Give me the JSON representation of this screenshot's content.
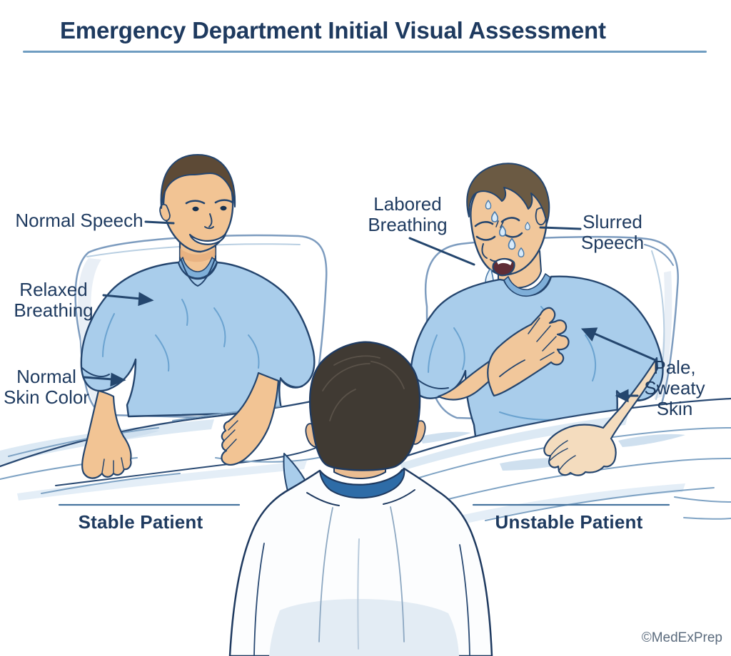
{
  "title": "Emergency Department Initial Visual Assessment",
  "watermark": "©MedExPrep",
  "stable": {
    "caption": "Stable Patient",
    "labels": {
      "normal_speech": "Normal Speech",
      "relaxed_breathing": "Relaxed\nBreathing",
      "normal_skin_color": "Normal\nSkin Color"
    }
  },
  "unstable": {
    "caption": "Unstable Patient",
    "labels": {
      "labored_breathing": "Labored\nBreathing",
      "slurred_speech": "Slurred\nSpeech",
      "pale_sweaty_skin": "Pale,\nSweaty\nSkin"
    }
  },
  "colors": {
    "label_text": "#1e3a5f",
    "title_underline": "#6f9dc1",
    "annotation_line": "#24466e",
    "shirt_blue": "#a9cdeb",
    "skin_tone": "#f2c494",
    "pale_skin": "#f4dcbe",
    "caption_line": "#46749e",
    "watermark_gray": "#5c6c7e"
  }
}
